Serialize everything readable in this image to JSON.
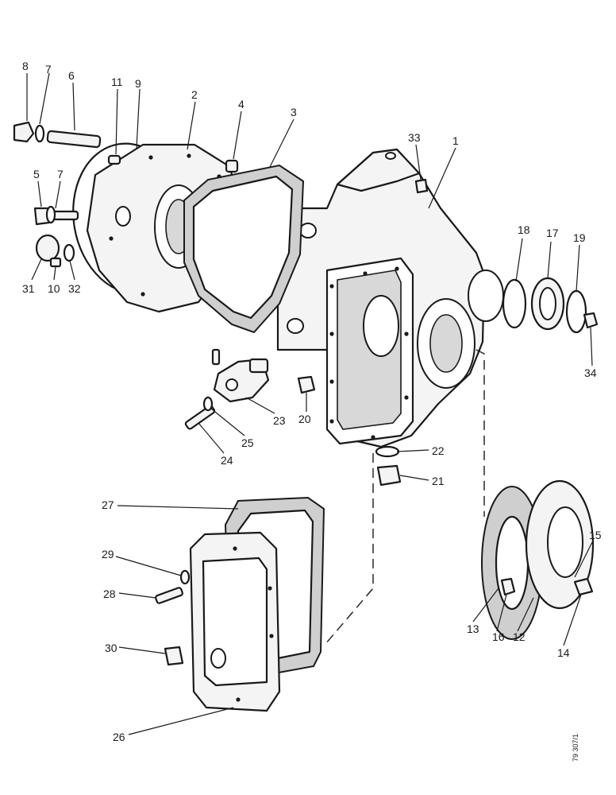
{
  "drawing": {
    "reference": "79 307/1",
    "callouts": [
      "1",
      "2",
      "3",
      "4",
      "5",
      "6",
      "7",
      "7",
      "8",
      "9",
      "10",
      "11",
      "12",
      "13",
      "14",
      "15",
      "16",
      "17",
      "18",
      "19",
      "20",
      "21",
      "22",
      "23",
      "24",
      "25",
      "26",
      "27",
      "28",
      "29",
      "30",
      "31",
      "32",
      "33",
      "34"
    ]
  }
}
